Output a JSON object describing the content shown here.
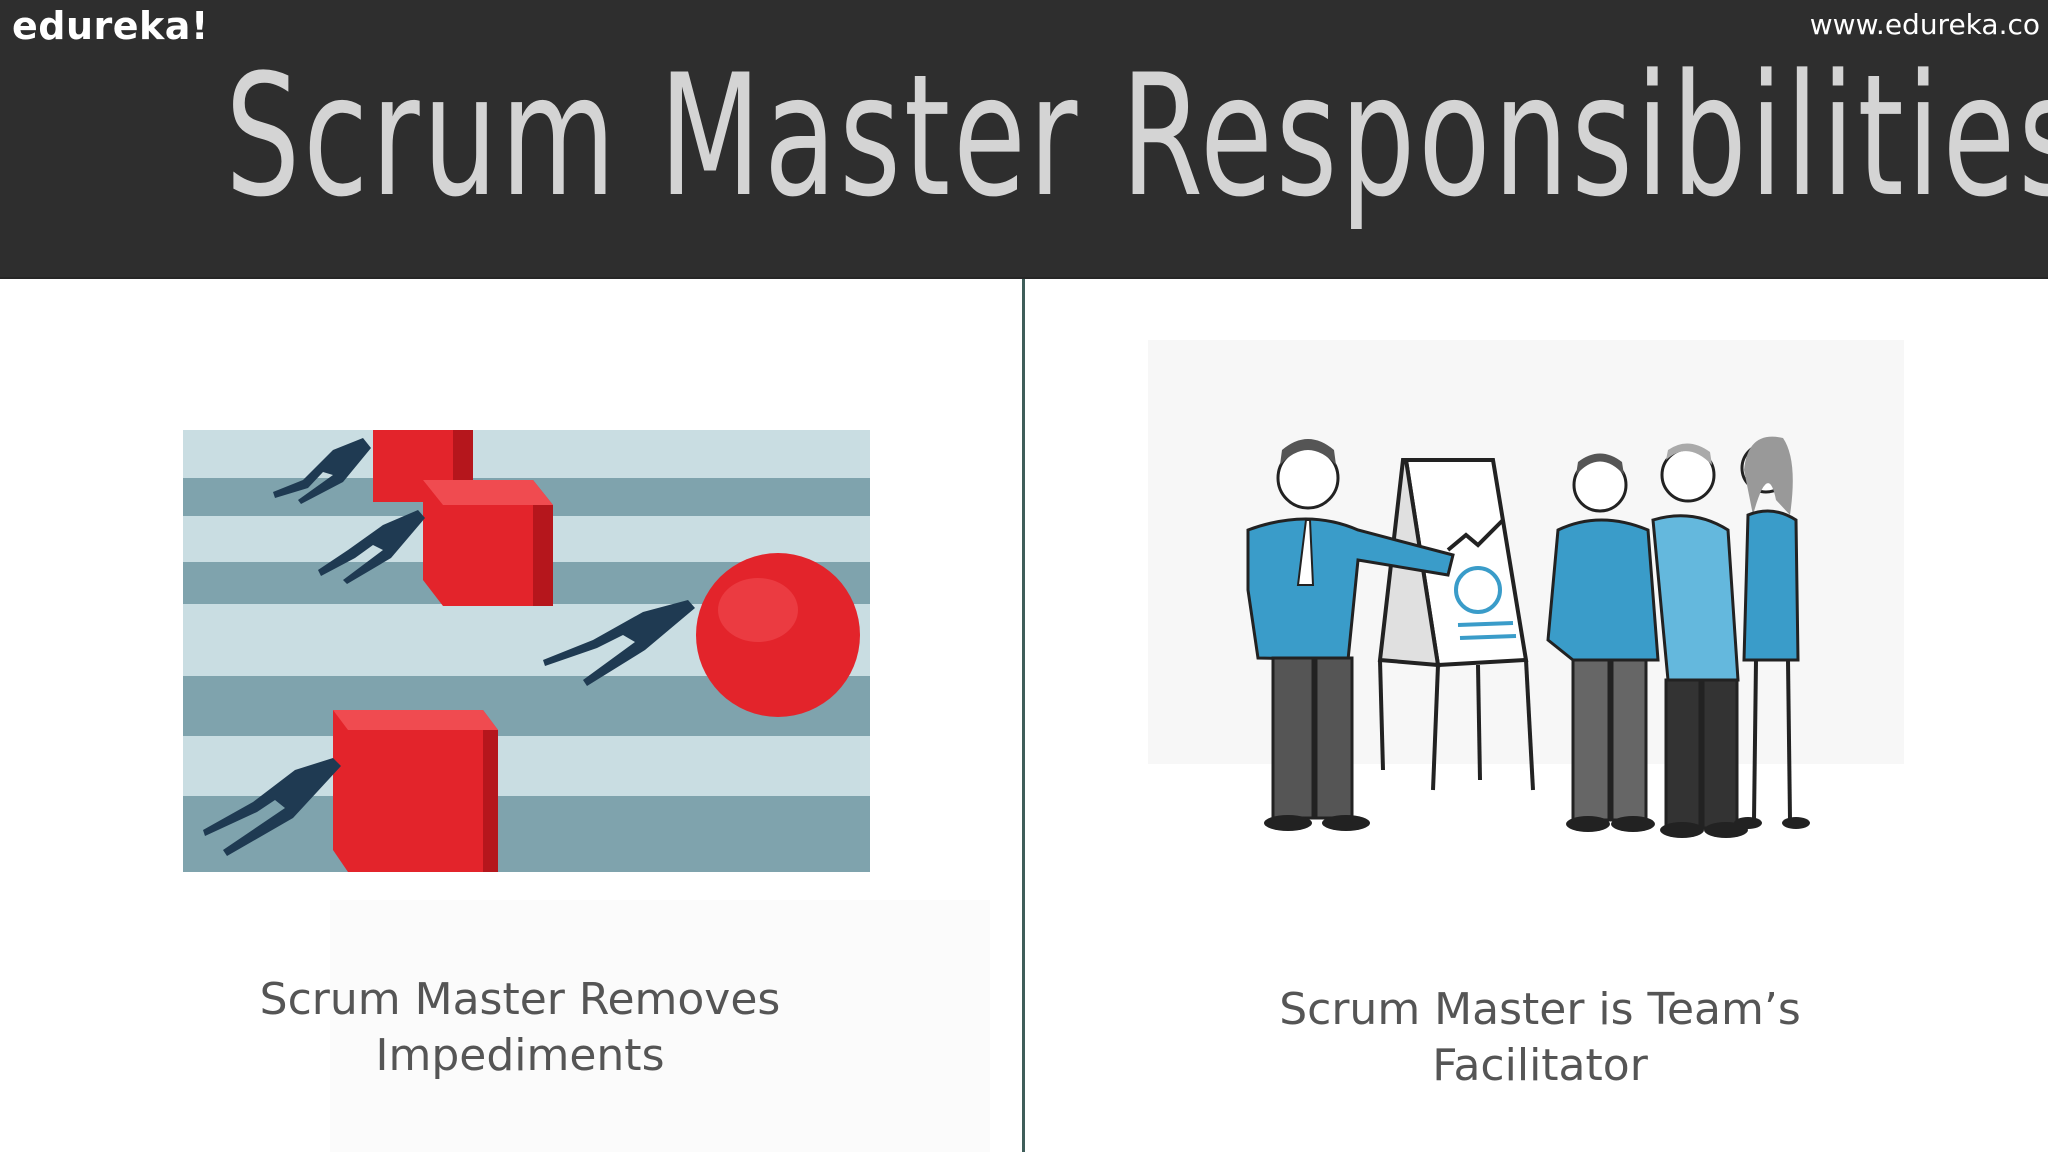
{
  "header": {
    "brand": "edureka!",
    "site_url": "www.edureka.co",
    "title": "Scrum Master Responsibilities"
  },
  "left_panel": {
    "image_icon": "people-pushing-blocks-illustration",
    "caption_line1": "Scrum Master Removes",
    "caption_line2": "Impediments"
  },
  "right_panel": {
    "image_icon": "team-presentation-flipchart-illustration",
    "caption_line1": "Scrum Master is Team’s",
    "caption_line2": "Facilitator"
  },
  "colors": {
    "header_bg": "#2e2e2e",
    "title_text": "#d4d4d4",
    "block_red": "#e3242b",
    "lane_teal": "#7fa3ad",
    "figure_blue": "#3a9cc9",
    "divider": "#3f5e5a"
  }
}
